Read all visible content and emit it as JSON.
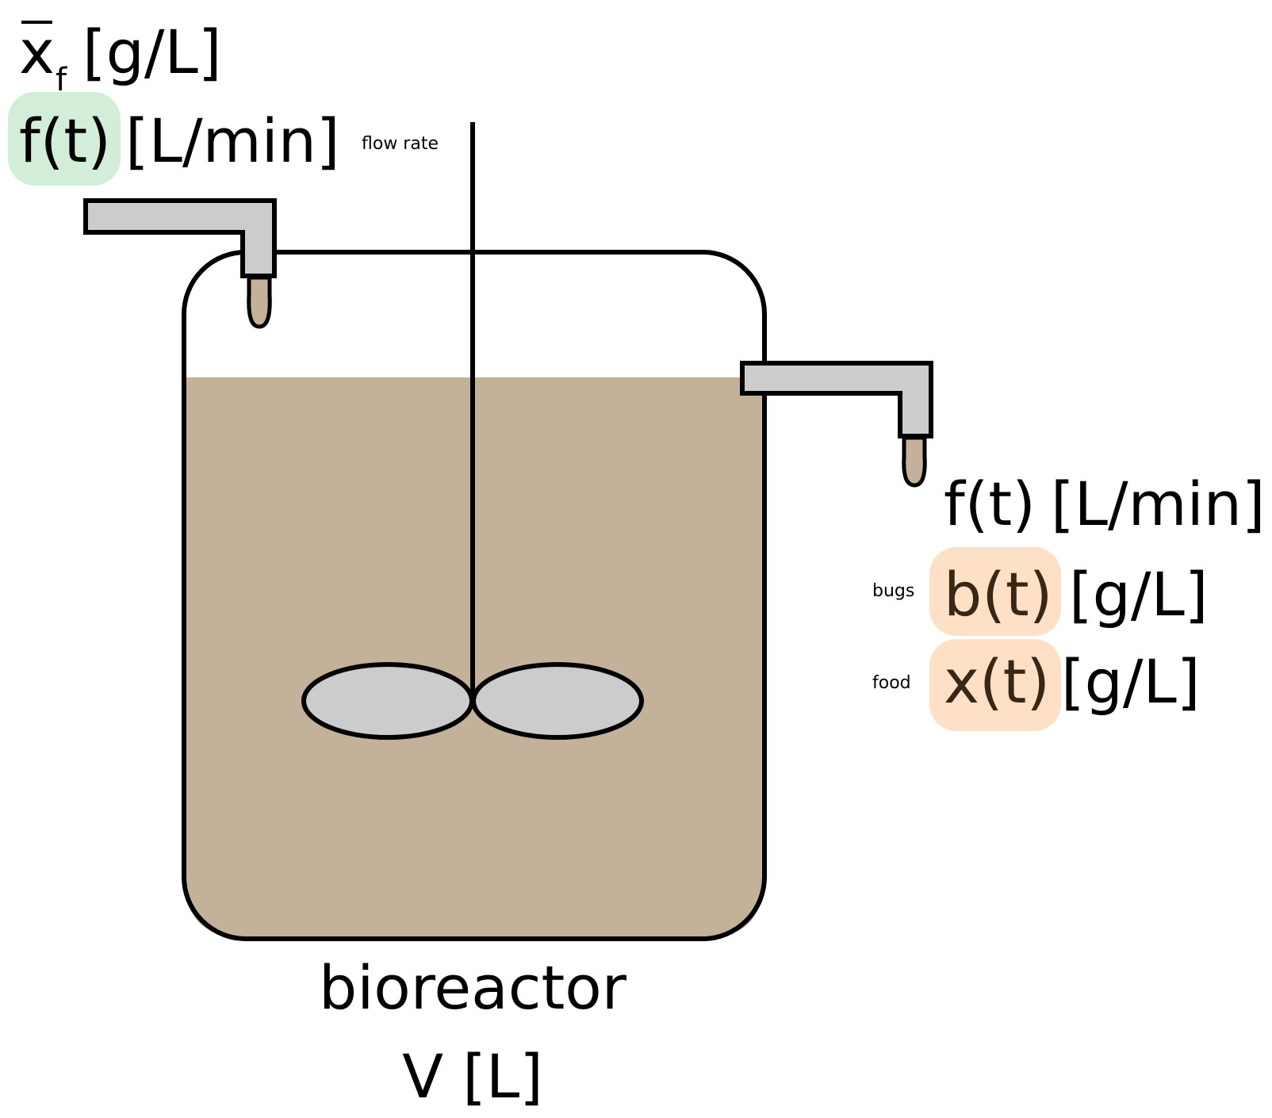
{
  "colors": {
    "liquid": "#c4b199",
    "pipe": "#cccccc",
    "outline": "#000000",
    "inflow_highlight": "#d2eed8",
    "outflow_highlight": "#fde0c6",
    "drop": "#c4b199"
  },
  "inflow": {
    "conc_symbol": "x",
    "conc_subscript": "f",
    "conc_unit": "[g/L]",
    "flow_var": "f(t)",
    "flow_unit": "[L/min]",
    "flow_note": "flow rate"
  },
  "outflow": {
    "flow_var": "f(t)",
    "flow_unit": "[L/min]",
    "bugs_note": "bugs",
    "bugs_var": "b(t)",
    "bugs_unit": "[g/L]",
    "food_note": "food",
    "food_var": "x(t)",
    "food_unit": "[g/L]"
  },
  "tank": {
    "title": "bioreactor",
    "volume": "V [L]"
  }
}
